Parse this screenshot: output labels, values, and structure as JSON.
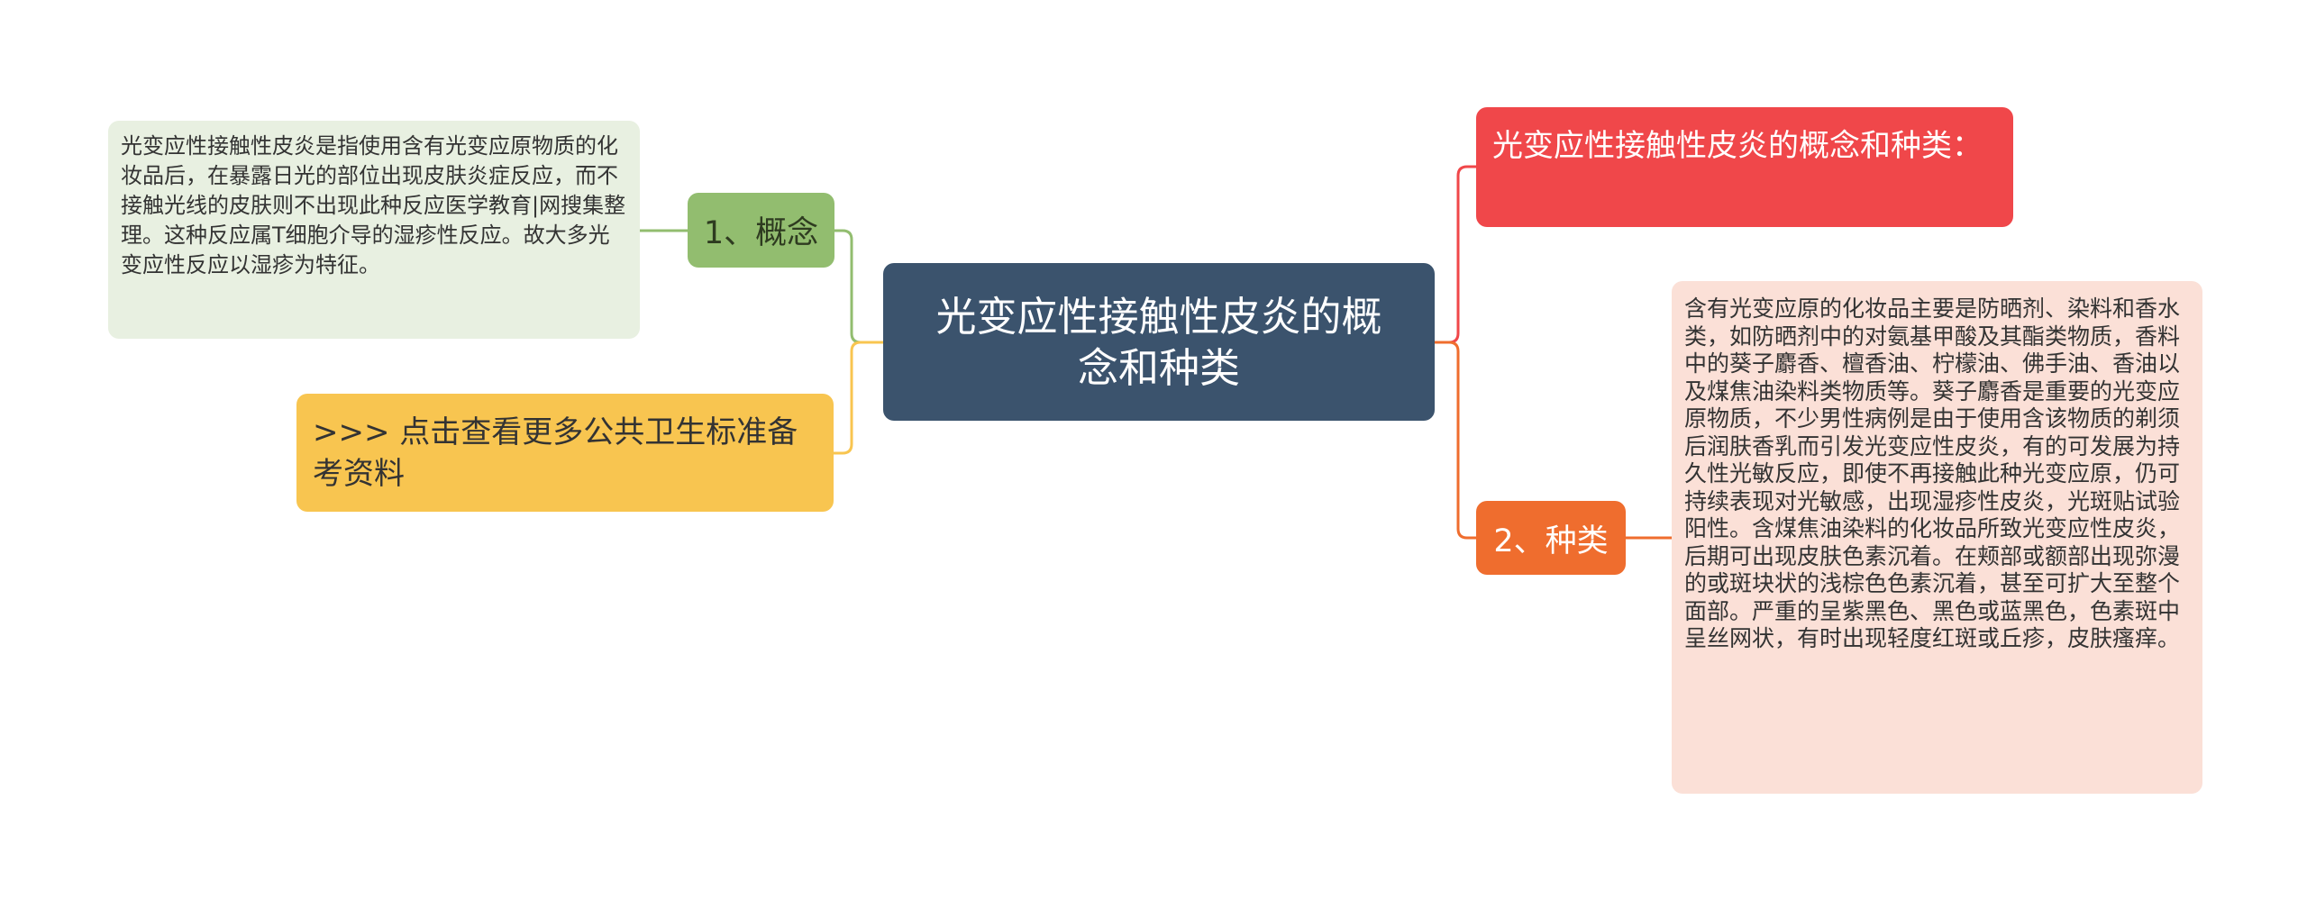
{
  "central_topic": "光变应性接触性皮炎的概念和种类",
  "branches": {
    "concept": {
      "label": "1、概念",
      "text": "光变应性接触性皮炎是指使用含有光变应原物质的化妆品后，在暴露日光的部位出现皮肤炎症反应，而不接触光线的皮肤则不出现此种反应医学教育|网搜集整理。这种反应属T细胞介导的湿疹性反应。故大多光变应性反应以湿疹为特征。",
      "color": "#92bd6f"
    },
    "more_link": {
      "label": ">>> 点击查看更多公共卫生标准备考资料",
      "color": "#f8c550"
    },
    "title": {
      "label": "光变应性接触性皮炎的概念和种类：",
      "color": "#f0474a"
    },
    "kinds": {
      "label": "2、种类",
      "text": "含有光变应原的化妆品主要是防晒剂、染料和香水类，如防晒剂中的对氨基甲酸及其酯类物质，香料中的葵子麝香、檀香油、柠檬油、佛手油、香油以及煤焦油染料类物质等。葵子麝香是重要的光变应原物质，不少男性病例是由于使用含该物质的剃须后润肤香乳而引发光变应性皮炎，有的可发展为持久性光敏反应，即使不再接触此种光变应原，仍可持续表现对光敏感，出现湿疹性皮炎，光斑贴试验阳性。含煤焦油染料的化妆品所致光变应性皮炎，后期可出现皮肤色素沉着。在颊部或额部出现弥漫的或斑块状的浅棕色色素沉着，甚至可扩大至整个面部。严重的呈紫黑色、黑色或蓝黑色，色素斑中呈丝网状，有时出现轻度红斑或丘疹，皮肤瘙痒。",
      "color": "#ef6d2e"
    }
  },
  "central_color": "#3b536d"
}
